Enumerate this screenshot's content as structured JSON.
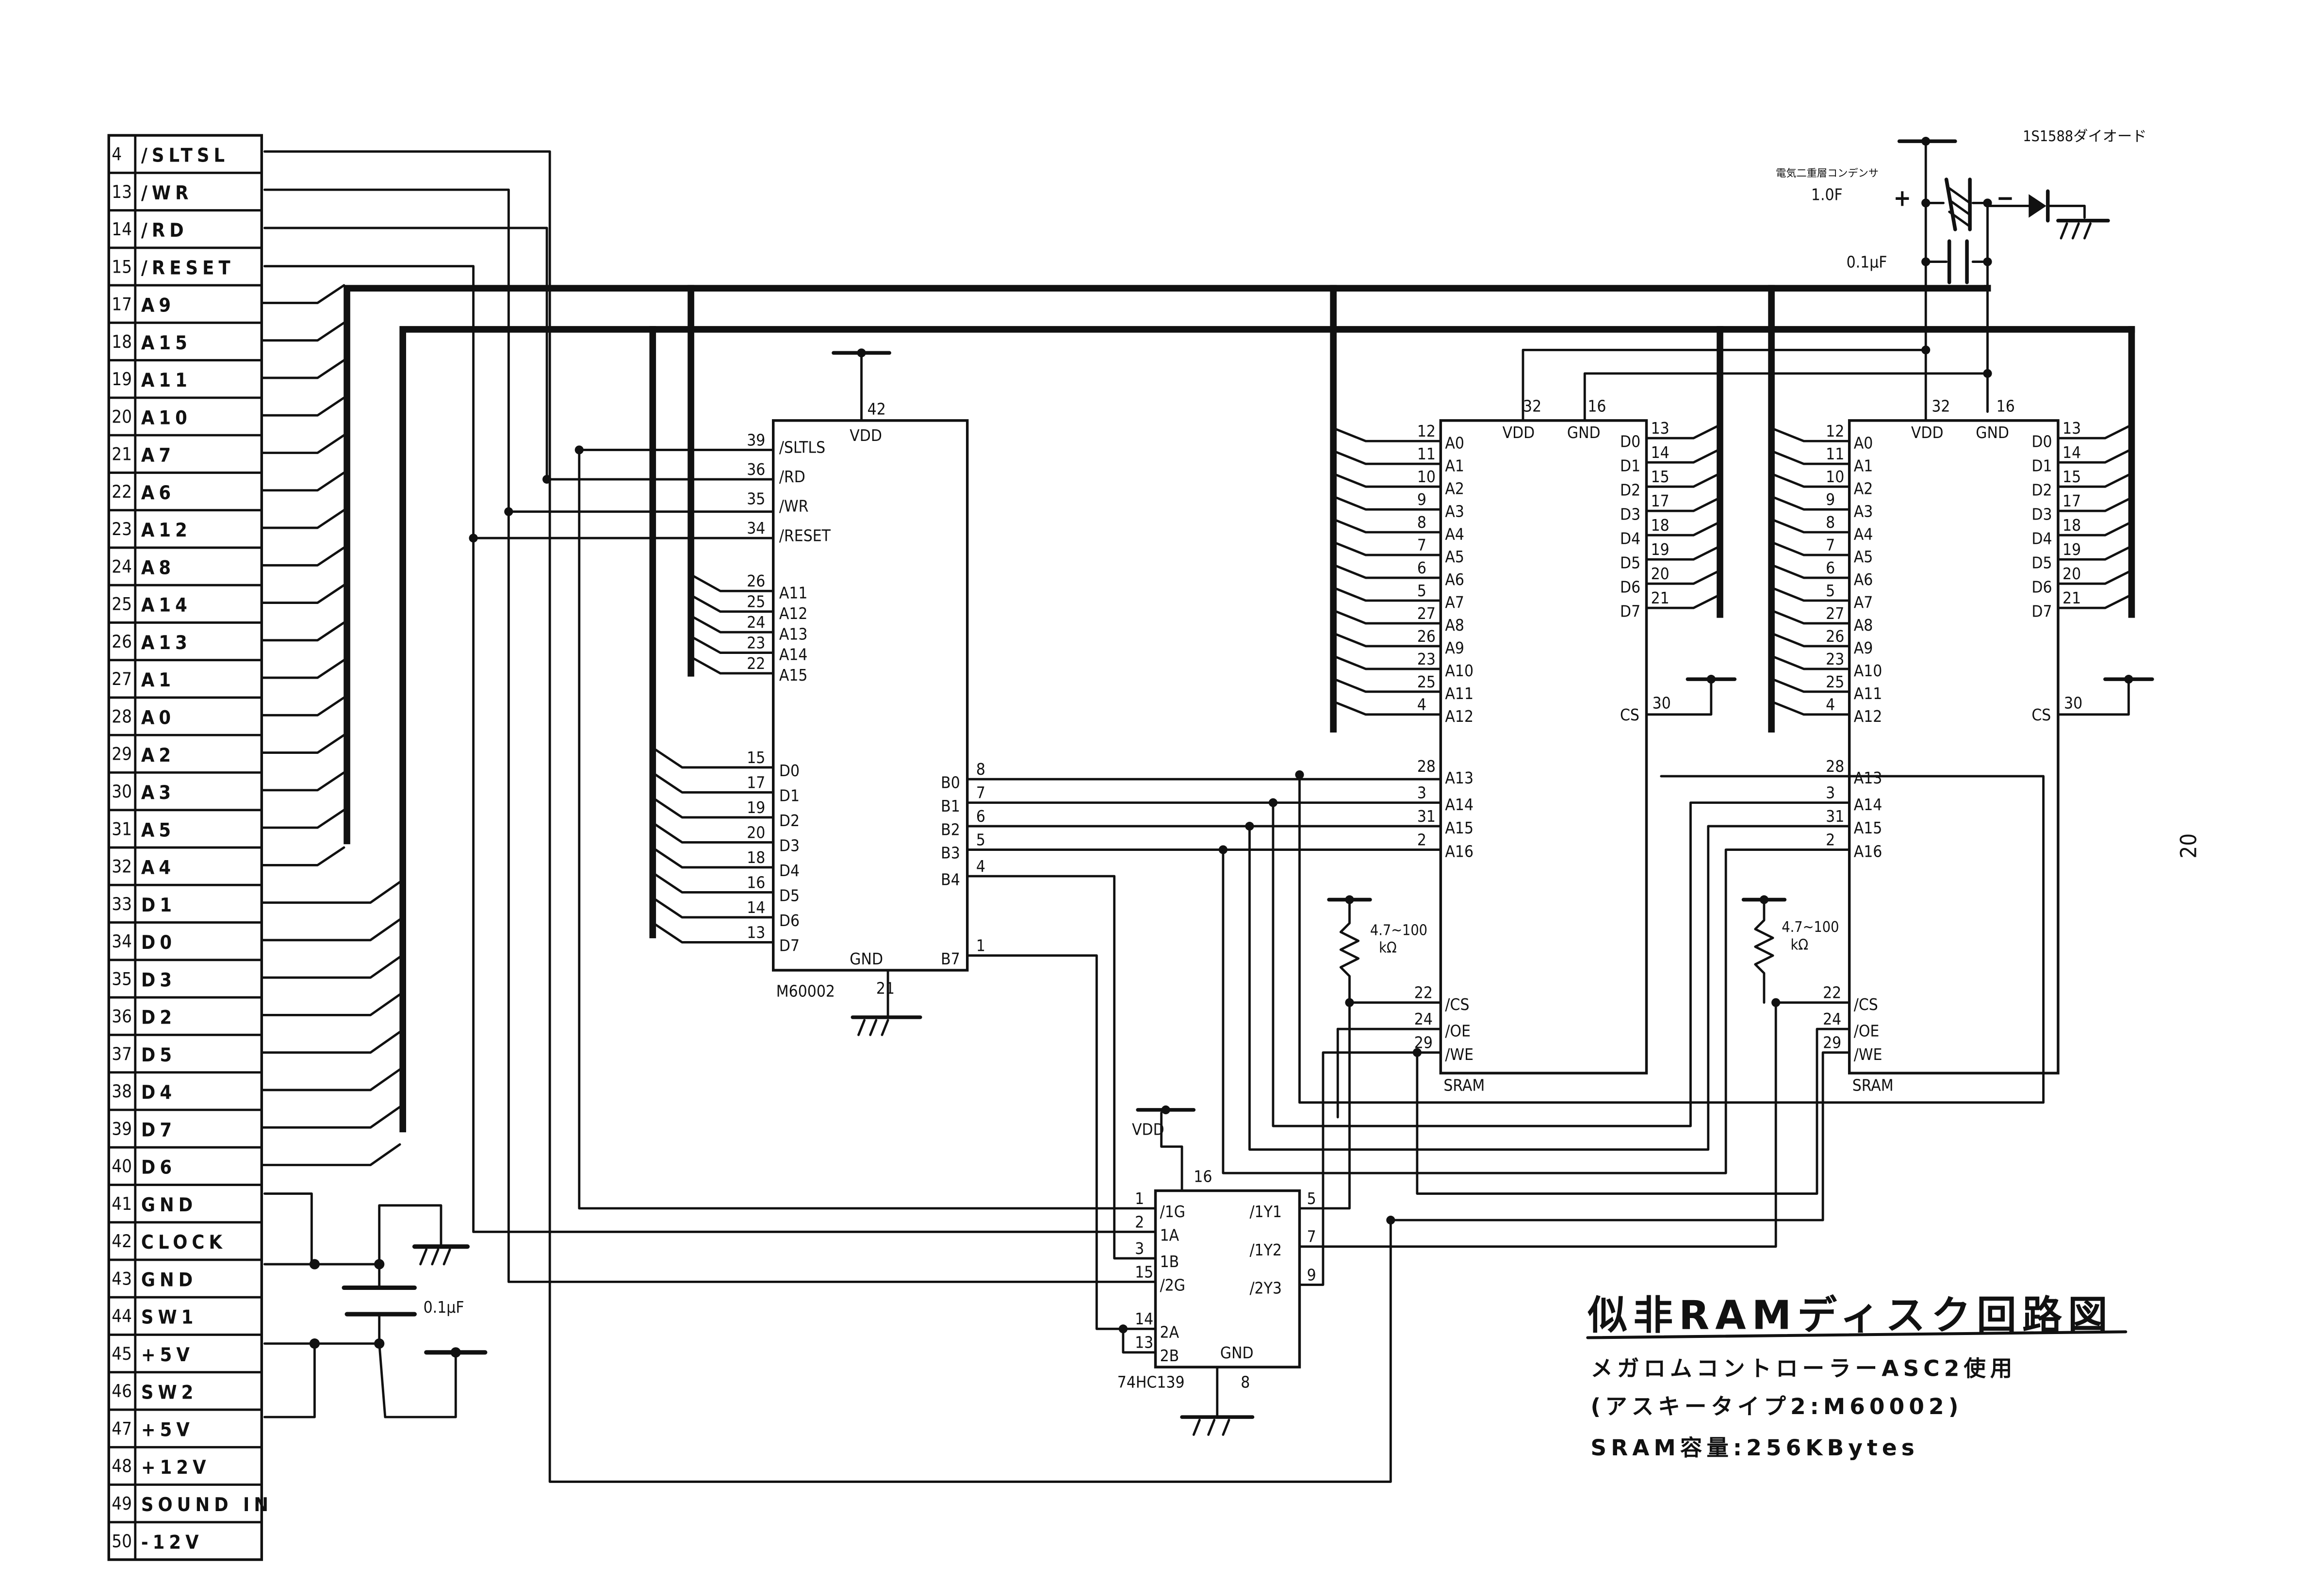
{
  "diagram": {
    "title": "似非RAMディスク回路図",
    "subtitle_lines": [
      "メガロムコントローラーASC2使用",
      "(アスキータイプ2:M60002)",
      "SRAM容量:256KBytes"
    ],
    "page_number": "20"
  },
  "connector": {
    "pins": [
      {
        "num": "4",
        "signal": "/SLTSL"
      },
      {
        "num": "13",
        "signal": "/WR"
      },
      {
        "num": "14",
        "signal": "/RD"
      },
      {
        "num": "15",
        "signal": "/RESET"
      },
      {
        "num": "17",
        "signal": "A9"
      },
      {
        "num": "18",
        "signal": "A15"
      },
      {
        "num": "19",
        "signal": "A11"
      },
      {
        "num": "20",
        "signal": "A10"
      },
      {
        "num": "21",
        "signal": "A7"
      },
      {
        "num": "22",
        "signal": "A6"
      },
      {
        "num": "23",
        "signal": "A12"
      },
      {
        "num": "24",
        "signal": "A8"
      },
      {
        "num": "25",
        "signal": "A14"
      },
      {
        "num": "26",
        "signal": "A13"
      },
      {
        "num": "27",
        "signal": "A1"
      },
      {
        "num": "28",
        "signal": "A0"
      },
      {
        "num": "29",
        "signal": "A2"
      },
      {
        "num": "30",
        "signal": "A3"
      },
      {
        "num": "31",
        "signal": "A5"
      },
      {
        "num": "32",
        "signal": "A4"
      },
      {
        "num": "33",
        "signal": "D1"
      },
      {
        "num": "34",
        "signal": "D0"
      },
      {
        "num": "35",
        "signal": "D3"
      },
      {
        "num": "36",
        "signal": "D2"
      },
      {
        "num": "37",
        "signal": "D5"
      },
      {
        "num": "38",
        "signal": "D4"
      },
      {
        "num": "39",
        "signal": "D7"
      },
      {
        "num": "40",
        "signal": "D6"
      },
      {
        "num": "41",
        "signal": "GND"
      },
      {
        "num": "42",
        "signal": "CLOCK"
      },
      {
        "num": "43",
        "signal": "GND"
      },
      {
        "num": "44",
        "signal": "SW1"
      },
      {
        "num": "45",
        "signal": "+5V"
      },
      {
        "num": "46",
        "signal": "SW2"
      },
      {
        "num": "47",
        "signal": "+5V"
      },
      {
        "num": "48",
        "signal": "+12V"
      },
      {
        "num": "49",
        "signal": "SOUND IN"
      },
      {
        "num": "50",
        "signal": "-12V"
      }
    ]
  },
  "m60002": {
    "name": "M60002",
    "vdd": {
      "label": "VDD",
      "pin": "42"
    },
    "gnd": {
      "label": "GND",
      "pin": "21"
    },
    "left_ctrl": [
      {
        "pin": "39",
        "label": "/SLTLS"
      },
      {
        "pin": "36",
        "label": "/RD"
      },
      {
        "pin": "35",
        "label": "/WR"
      },
      {
        "pin": "34",
        "label": "/RESET"
      }
    ],
    "left_addr": [
      {
        "pin": "26",
        "label": "A11"
      },
      {
        "pin": "25",
        "label": "A12"
      },
      {
        "pin": "24",
        "label": "A13"
      },
      {
        "pin": "23",
        "label": "A14"
      },
      {
        "pin": "22",
        "label": "A15"
      }
    ],
    "left_data": [
      {
        "pin": "15",
        "label": "D0"
      },
      {
        "pin": "17",
        "label": "D1"
      },
      {
        "pin": "19",
        "label": "D2"
      },
      {
        "pin": "20",
        "label": "D3"
      },
      {
        "pin": "18",
        "label": "D4"
      },
      {
        "pin": "16",
        "label": "D5"
      },
      {
        "pin": "14",
        "label": "D6"
      },
      {
        "pin": "13",
        "label": "D7"
      }
    ],
    "right": [
      {
        "pin": "8",
        "label": "B0"
      },
      {
        "pin": "7",
        "label": "B1"
      },
      {
        "pin": "6",
        "label": "B2"
      },
      {
        "pin": "5",
        "label": "B3"
      },
      {
        "pin": "4",
        "label": "B4"
      },
      {
        "pin": "1",
        "label": "B7"
      }
    ]
  },
  "sram": {
    "name": "SRAM",
    "vdd": {
      "label": "VDD",
      "pin": "32"
    },
    "gnd": {
      "label": "GND",
      "pin": "16"
    },
    "cs": {
      "label": "CS",
      "pin": "30"
    },
    "addr": [
      {
        "pin": "12",
        "label": "A0"
      },
      {
        "pin": "11",
        "label": "A1"
      },
      {
        "pin": "10",
        "label": "A2"
      },
      {
        "pin": "9",
        "label": "A3"
      },
      {
        "pin": "8",
        "label": "A4"
      },
      {
        "pin": "7",
        "label": "A5"
      },
      {
        "pin": "6",
        "label": "A6"
      },
      {
        "pin": "5",
        "label": "A7"
      },
      {
        "pin": "27",
        "label": "A8"
      },
      {
        "pin": "26",
        "label": "A9"
      },
      {
        "pin": "23",
        "label": "A10"
      },
      {
        "pin": "25",
        "label": "A11"
      },
      {
        "pin": "4",
        "label": "A12"
      }
    ],
    "bank": [
      {
        "pin": "28",
        "label": "A13"
      },
      {
        "pin": "3",
        "label": "A14"
      },
      {
        "pin": "31",
        "label": "A15"
      },
      {
        "pin": "2",
        "label": "A16"
      }
    ],
    "data": [
      {
        "pin": "13",
        "label": "D0"
      },
      {
        "pin": "14",
        "label": "D1"
      },
      {
        "pin": "15",
        "label": "D2"
      },
      {
        "pin": "17",
        "label": "D3"
      },
      {
        "pin": "18",
        "label": "D4"
      },
      {
        "pin": "19",
        "label": "D5"
      },
      {
        "pin": "20",
        "label": "D6"
      },
      {
        "pin": "21",
        "label": "D7"
      }
    ],
    "ctrl": [
      {
        "pin": "22",
        "label": "/CS"
      },
      {
        "pin": "24",
        "label": "/OE"
      },
      {
        "pin": "29",
        "label": "/WE"
      }
    ],
    "pullup_resistor": {
      "value": "4.7~100",
      "unit": "kΩ"
    }
  },
  "hc139": {
    "name": "74HC139",
    "vdd": {
      "label": "VDD",
      "pin": "16"
    },
    "gnd": {
      "label": "GND",
      "pin": "8"
    },
    "left": [
      {
        "pin": "1",
        "label": "/1G"
      },
      {
        "pin": "2",
        "label": "1A"
      },
      {
        "pin": "3",
        "label": "1B"
      },
      {
        "pin": "15",
        "label": "/2G"
      },
      {
        "pin": "14",
        "label": "2A"
      },
      {
        "pin": "13",
        "label": "2B"
      }
    ],
    "right": [
      {
        "pin": "5",
        "label": "/1Y1"
      },
      {
        "pin": "7",
        "label": "/1Y2"
      },
      {
        "pin": "9",
        "label": "/2Y3"
      }
    ]
  },
  "backup": {
    "supercap_label": "電気二重層コンデンサ",
    "supercap_value": "1.0F",
    "plus": "+",
    "minus": "−",
    "cap_value": "0.1μF",
    "diode_label": "1S1588ダイオード"
  },
  "bypass": {
    "cap_value": "0.1μF"
  }
}
